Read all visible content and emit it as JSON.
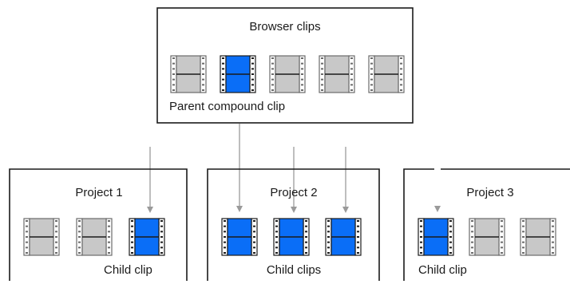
{
  "colors": {
    "background": "#ffffff",
    "box_border": "#1a1a1a",
    "connector": "#9a9a9a",
    "clip_highlight": "#0a6ef7",
    "clip_normal": "#c8c8c8",
    "clip_frame": "#6a6a6a",
    "text": "#1a1a1a"
  },
  "browser": {
    "title": "Browser clips",
    "caption": "Parent compound clip",
    "clips": [
      "normal",
      "highlight",
      "normal",
      "normal",
      "normal"
    ]
  },
  "projects": [
    {
      "title": "Project 1",
      "caption": "Child clip",
      "clips": [
        "normal",
        "normal",
        "highlight"
      ]
    },
    {
      "title": "Project 2",
      "caption": "Child clips",
      "clips": [
        "highlight",
        "highlight",
        "highlight"
      ]
    },
    {
      "title": "Project 3",
      "caption": "Child clip",
      "clips": [
        "highlight",
        "normal",
        "normal"
      ]
    }
  ],
  "icons": {
    "clip": "film-strip-icon",
    "connector": "arrow-down-icon"
  }
}
